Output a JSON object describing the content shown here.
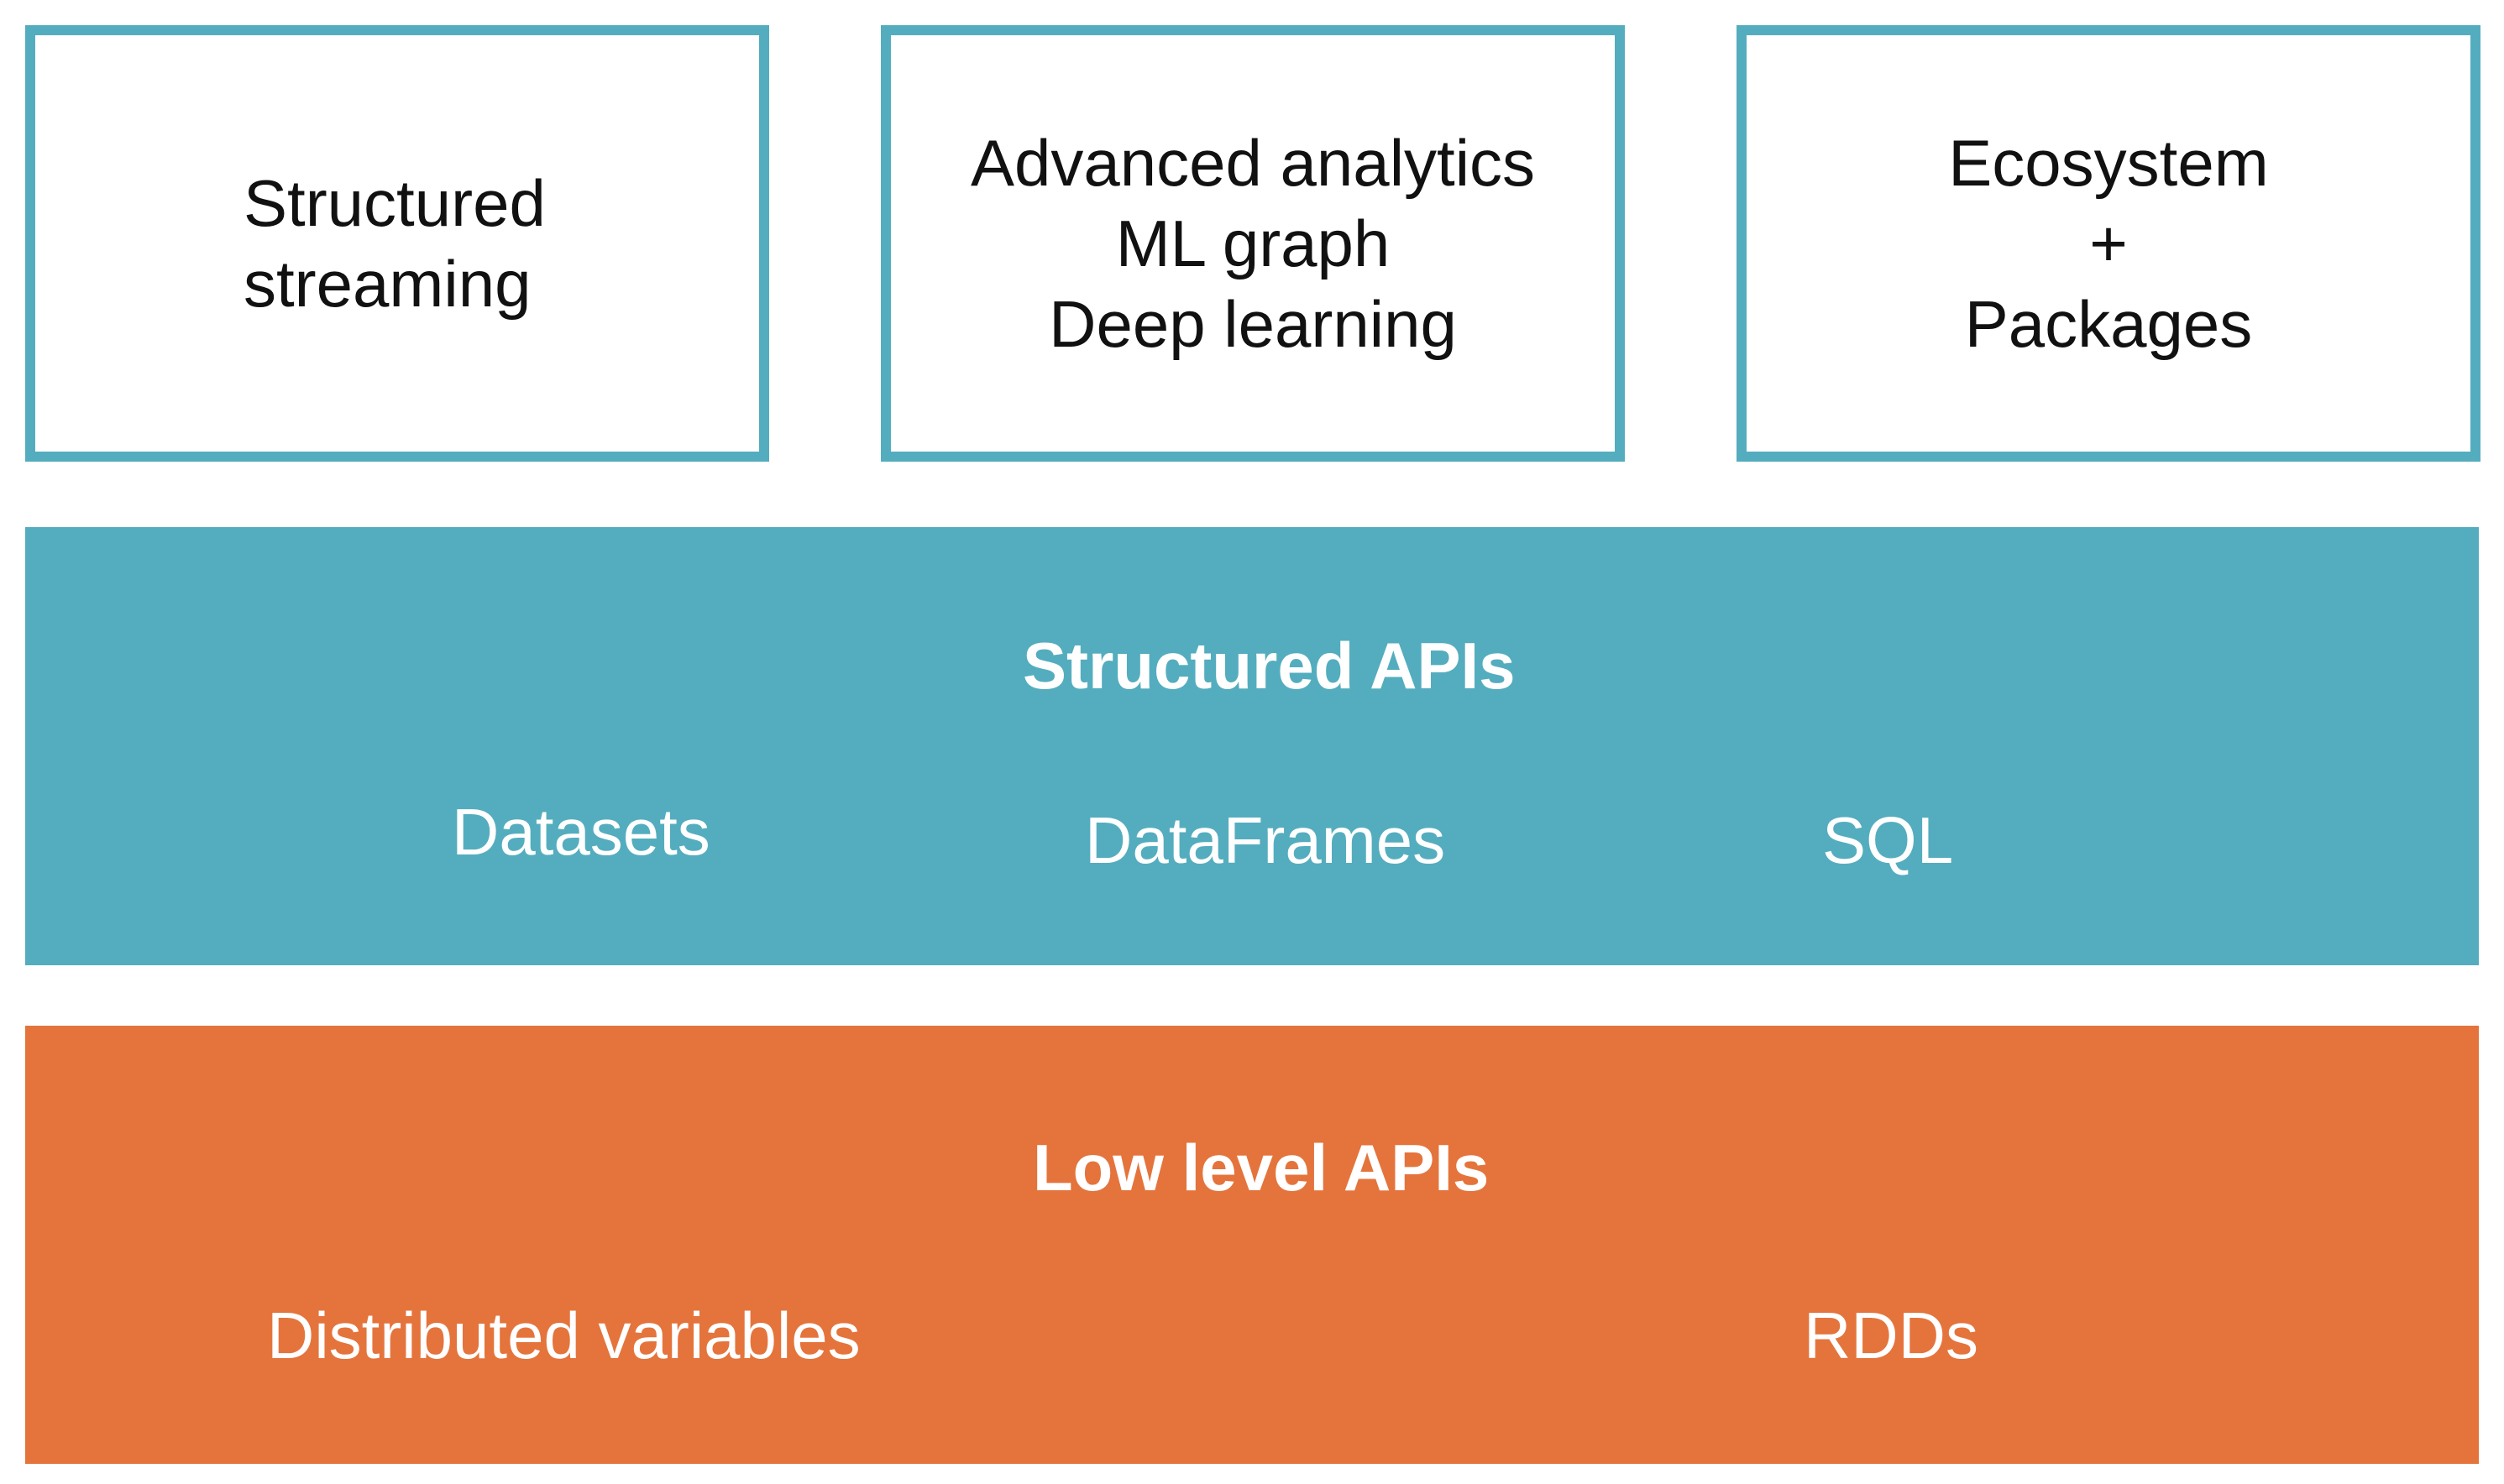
{
  "top_boxes": {
    "streaming": {
      "lines": [
        "Structured",
        "streaming"
      ]
    },
    "analytics": {
      "lines": [
        "Advanced analytics",
        "ML graph",
        "Deep learning"
      ]
    },
    "ecosystem": {
      "lines": [
        "Ecosystem",
        "+",
        "Packages"
      ]
    }
  },
  "structured_apis": {
    "title": "Structured APIs",
    "items": [
      "Datasets",
      "DataFrames",
      "SQL"
    ]
  },
  "low_level_apis": {
    "title": "Low level APIs",
    "items": [
      "Distributed variables",
      "RDDs"
    ]
  },
  "colors": {
    "teal": "#54adbe",
    "orange": "#e4743c",
    "text_dark": "#111111",
    "text_light": "#ffffff"
  }
}
